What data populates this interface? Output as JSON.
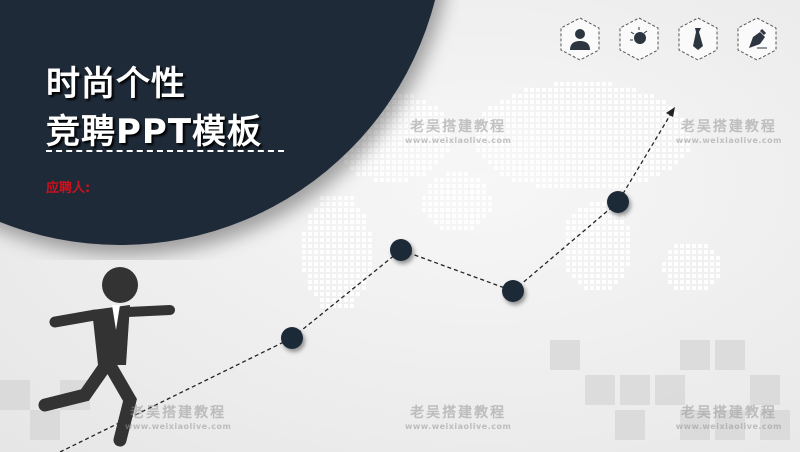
{
  "slide": {
    "title_line1": "时尚个性",
    "title_line2": "竞聘PPT模板",
    "applicant_label": "应聘人:",
    "colors": {
      "dark_navy": "#1f2a38",
      "accent_red": "#d0101a",
      "background": "#eeeeee"
    },
    "icons": [
      "person-icon",
      "lightbulb-icon",
      "tie-icon",
      "pen-nib-icon"
    ],
    "watermark": {
      "name": "老吴搭建教程",
      "url": "www.weixiaolive.com"
    }
  }
}
